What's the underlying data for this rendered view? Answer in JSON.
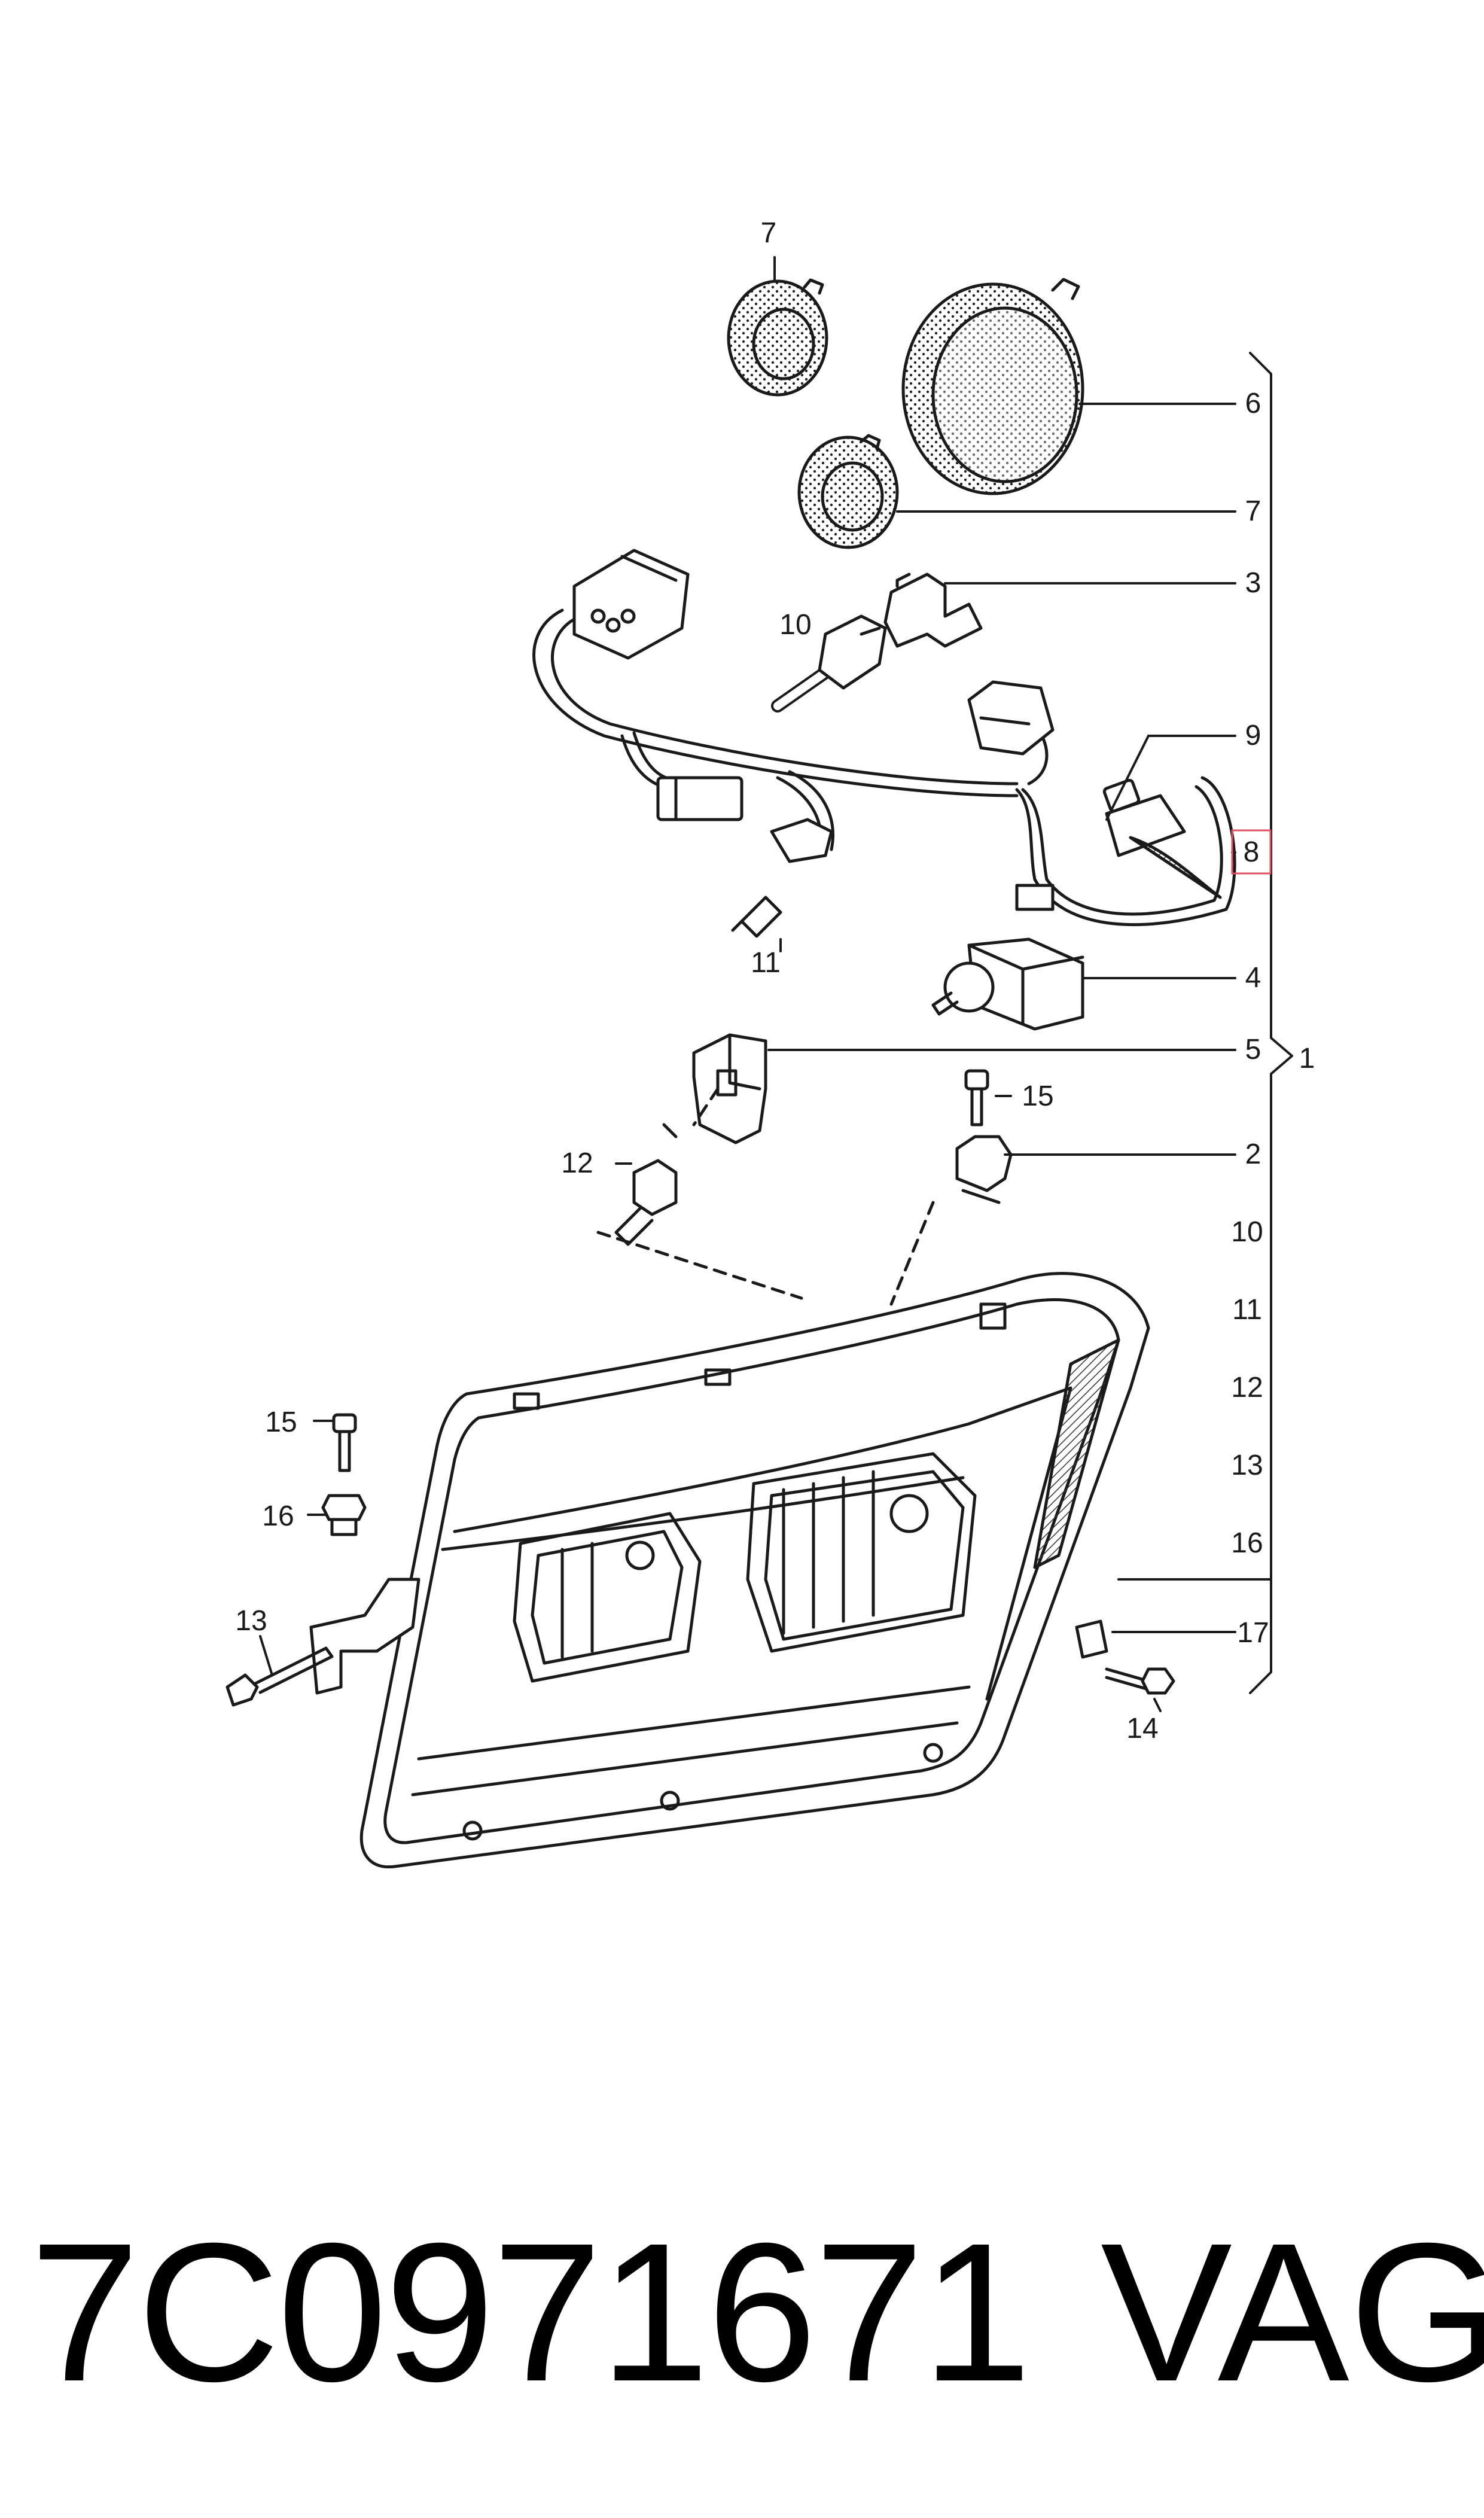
{
  "diagram": {
    "callouts": {
      "c7_top": "7",
      "c6": "6",
      "c7_right": "7",
      "c3": "3",
      "c10_bulb": "10",
      "c9": "9",
      "c8": "8",
      "c11_bulb": "11",
      "c4": "4",
      "c5": "5",
      "c1": "1",
      "c15_right": "15",
      "c12": "12",
      "c2": "2",
      "c10_list": "10",
      "c11_list": "11",
      "c12_list": "12",
      "c13_list": "13",
      "c16_list": "16",
      "c15_left": "15",
      "c16_left": "16",
      "c13_left": "13",
      "c17": "17",
      "c14": "14"
    },
    "highlight_color": "#e05060"
  },
  "footer": {
    "part_number": "7C0971671",
    "brand": "VAG"
  }
}
